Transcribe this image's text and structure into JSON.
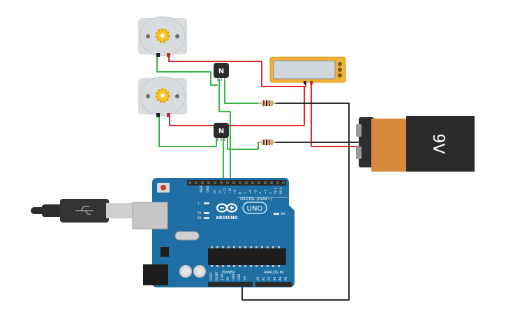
{
  "battery": {
    "label": "9V",
    "colors": {
      "body": "#2d2d2d",
      "wrap": "#d58a3e",
      "terminal": "#9a9a9a"
    }
  },
  "multimeter": {
    "colors": {
      "frame": "#f2b233",
      "display": "#cfd6dc"
    }
  },
  "transistors": [
    {
      "label": "N"
    },
    {
      "label": "N"
    }
  ],
  "motors": [
    {
      "name": "motor-top"
    },
    {
      "name": "motor-bottom"
    }
  ],
  "arduino": {
    "brand": "ARDUINO",
    "model": "UNO",
    "digital_header": "DIGITAL (PWM~)",
    "power_header": "POWER",
    "analog_header": "ANALOG IN",
    "on_label": "ON",
    "led_l": "L",
    "led_tx": "TX",
    "led_rx": "RX",
    "aref_label": "AREF",
    "gnd_label": "GND",
    "digital_pins": [
      "13",
      "12",
      "~11",
      "~10",
      "~9",
      "8",
      "7",
      "~6",
      "~5",
      "4",
      "~3",
      "2",
      "TX 1",
      "RX 0"
    ],
    "power_pins": [
      "IOREF",
      "RESET",
      "3.3V",
      "5V",
      "GND",
      "GND",
      "Vin"
    ],
    "analog_pins": [
      "A0",
      "A1",
      "A2",
      "A3",
      "A4",
      "A5"
    ],
    "colors": {
      "board": "#1f6fa5",
      "header": "#2a2a2a"
    }
  },
  "wires": {
    "colors": {
      "red": "#d92b2b",
      "black": "#2c2c2c",
      "green": "#3bb54a",
      "usb": "#2d2d2d"
    }
  }
}
